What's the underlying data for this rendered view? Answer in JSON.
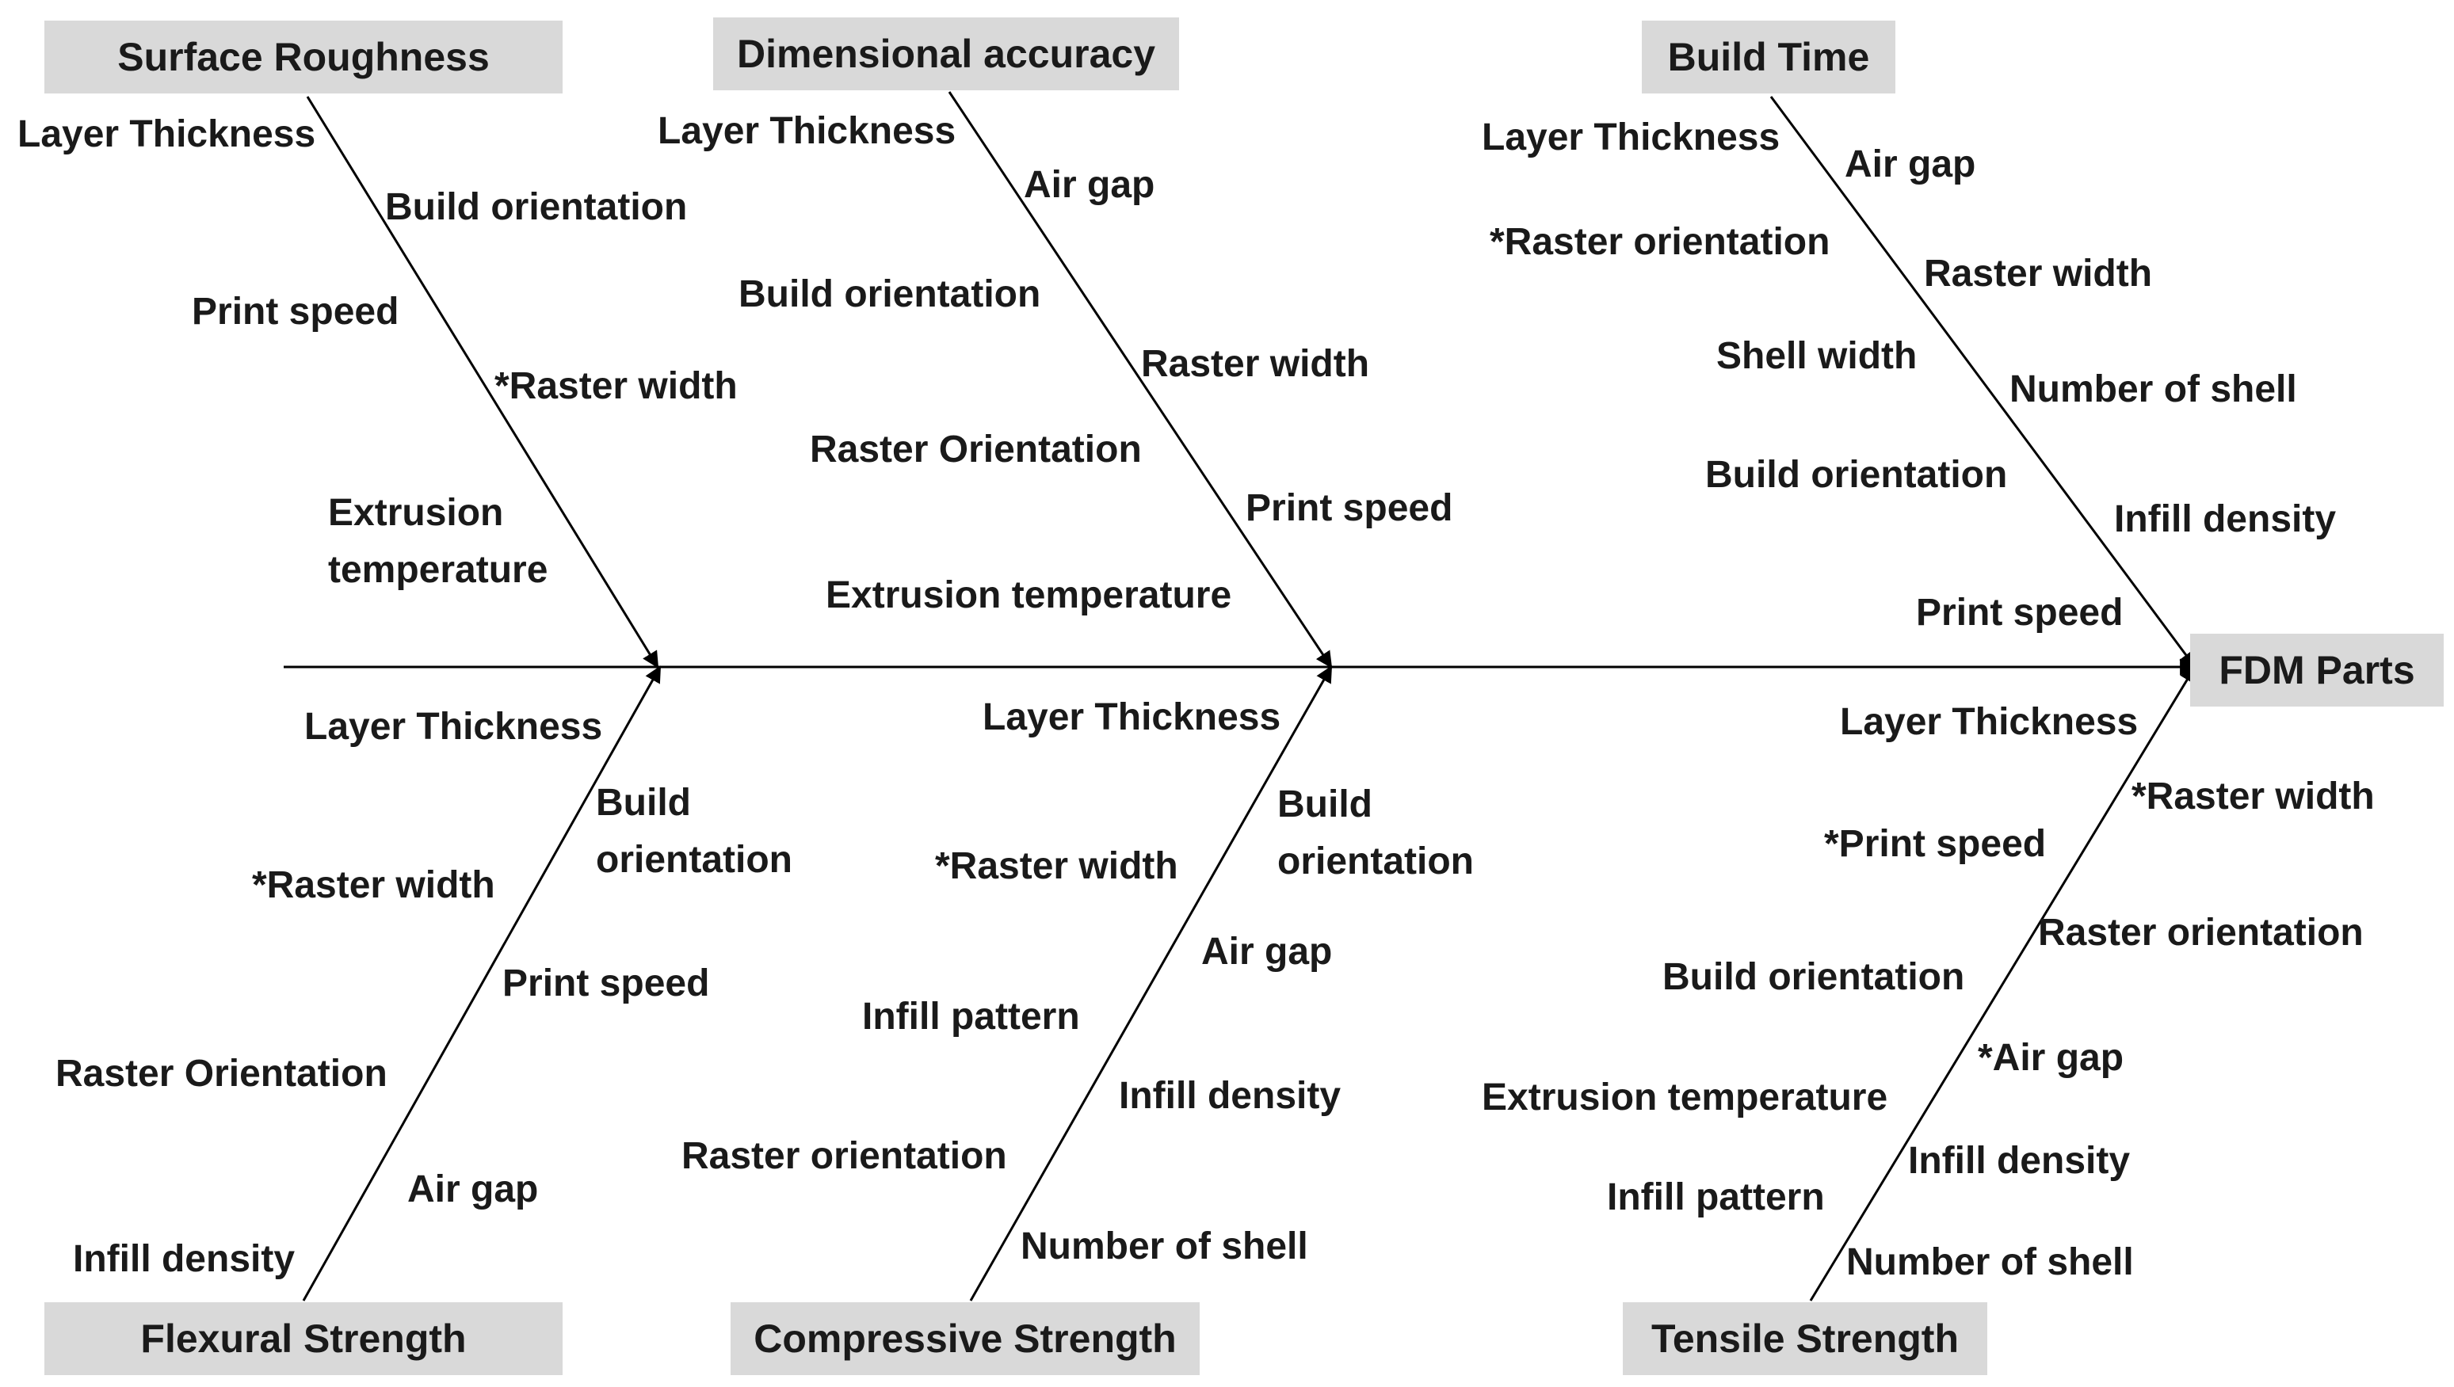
{
  "effect": "FDM Parts",
  "categories": {
    "surface_roughness": {
      "title": "Surface Roughness",
      "causes": [
        "Layer Thickness",
        "Build orientation",
        "Print speed",
        "*Raster width",
        "Extrusion",
        "temperature"
      ]
    },
    "dimensional_accuracy": {
      "title": "Dimensional accuracy",
      "causes": [
        "Layer Thickness",
        "Air gap",
        "Build orientation",
        "Raster width",
        "Raster Orientation",
        "Print speed",
        "Extrusion temperature"
      ]
    },
    "build_time": {
      "title": "Build Time",
      "causes": [
        "Layer Thickness",
        "Air gap",
        "*Raster orientation",
        "Raster width",
        "Shell width",
        "Number of shell",
        "Build orientation",
        "Infill density",
        "Print speed"
      ]
    },
    "flexural_strength": {
      "title": "Flexural Strength",
      "causes": [
        "Layer Thickness",
        "Build",
        "orientation",
        "*Raster width",
        "Print speed",
        "Raster Orientation",
        "Air gap",
        "Infill density"
      ]
    },
    "compressive_strength": {
      "title": "Compressive Strength",
      "causes": [
        "Layer Thickness",
        "Build",
        "orientation",
        "*Raster width",
        "Air gap",
        "Infill pattern",
        "Infill density",
        "Raster orientation",
        "Number of shell"
      ]
    },
    "tensile_strength": {
      "title": "Tensile Strength",
      "causes": [
        "Layer Thickness",
        "*Raster width",
        "*Print speed",
        "Raster orientation",
        "Build orientation",
        "*Air gap",
        "Extrusion temperature",
        "Infill density",
        "Infill pattern",
        "Number of shell"
      ]
    }
  }
}
